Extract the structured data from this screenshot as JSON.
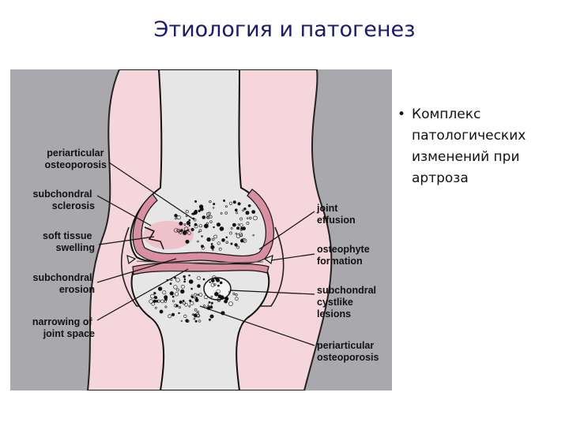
{
  "slide": {
    "title": "Этиология и патогенез"
  },
  "bullets": [
    "Комплекс патологических изменений при артроза"
  ],
  "diagram": {
    "labels_left": [
      [
        "periarticular",
        "osteoporosis"
      ],
      [
        "subchondral",
        "sclerosis"
      ],
      [
        "soft tissue",
        "swelling"
      ],
      [
        "subchondral",
        "erosion"
      ],
      [
        "narrowing of",
        "joint space"
      ]
    ],
    "labels_right": [
      [
        "joint",
        "effusion"
      ],
      [
        "osteophyte",
        "formation"
      ],
      [
        "subchondral",
        "cystlike",
        "lesions"
      ],
      [
        "periarticular",
        "osteoporosis"
      ]
    ],
    "colors": {
      "background": "#a9a9ad",
      "soft_tissue": "#f5d6dc",
      "bone": "#e6e6e6",
      "cartilage": "#d88fa2",
      "outline": "#111111"
    }
  }
}
